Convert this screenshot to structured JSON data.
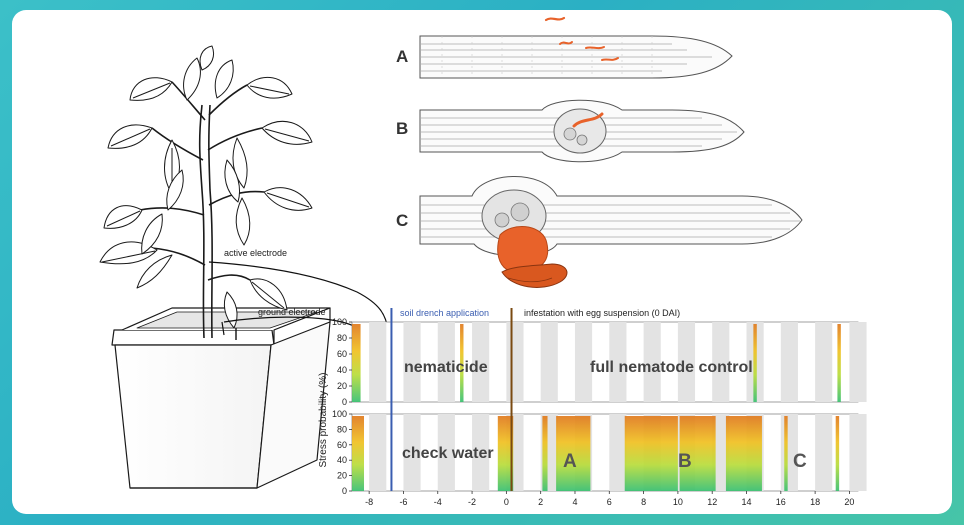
{
  "electrodes": {
    "active": "active electrode",
    "ground": "ground electrode"
  },
  "stages": [
    {
      "label": "A"
    },
    {
      "label": "B"
    },
    {
      "label": "C"
    }
  ],
  "colors": {
    "nematode": "#e8622a",
    "soil_drench_line": "#3a5db0",
    "infestation_line": "#7a4a12",
    "stress_high": "#e07a1e",
    "stress_mid": "#f0d020",
    "stress_low": "#4cc46a"
  },
  "chart_data": {
    "type": "heatmap",
    "ylabel": "Stress probability (%)",
    "x_ticks": [
      -8,
      -6,
      -4,
      -2,
      0,
      2,
      4,
      6,
      8,
      10,
      12,
      14,
      16,
      18,
      20
    ],
    "y_ticks": [
      0,
      20,
      40,
      60,
      80,
      100
    ],
    "xlim": [
      -9,
      20.5
    ],
    "ylim": [
      0,
      100
    ],
    "events": [
      {
        "label": "soil drench application",
        "x": -6.7
      },
      {
        "label": "infestation with egg suspension (0 DAI)",
        "x": 0.3
      }
    ],
    "panels": [
      {
        "labels": [
          "nematicide",
          "full nematode control"
        ],
        "high_stress_intervals": [
          [
            -9,
            -8.5
          ],
          [
            -2.7,
            -2.5
          ],
          [
            14.4,
            14.6
          ],
          [
            19.3,
            19.5
          ]
        ]
      },
      {
        "labels": [
          "check water",
          "A",
          "B",
          "C"
        ],
        "high_stress_intervals": [
          [
            -9,
            -8.3
          ],
          [
            -0.5,
            0.4
          ],
          [
            2.1,
            2.4
          ],
          [
            2.9,
            4.9
          ],
          [
            6.9,
            10.0
          ],
          [
            10.1,
            12.2
          ],
          [
            12.8,
            14.9
          ],
          [
            16.2,
            16.4
          ],
          [
            19.2,
            19.4
          ]
        ]
      }
    ]
  }
}
